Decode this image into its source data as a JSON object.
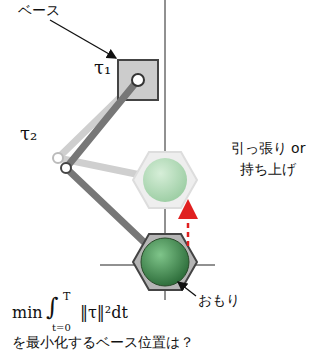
{
  "diagram": {
    "labels": [
      "ベース",
      "τ₁",
      "τ₂",
      "引っ張り or 持ち上げ",
      "おもり",
      "min",
      "∫",
      "T",
      "t=0",
      "‖τ‖²dt",
      "を最小化するベース位置は？"
    ]
  }
}
